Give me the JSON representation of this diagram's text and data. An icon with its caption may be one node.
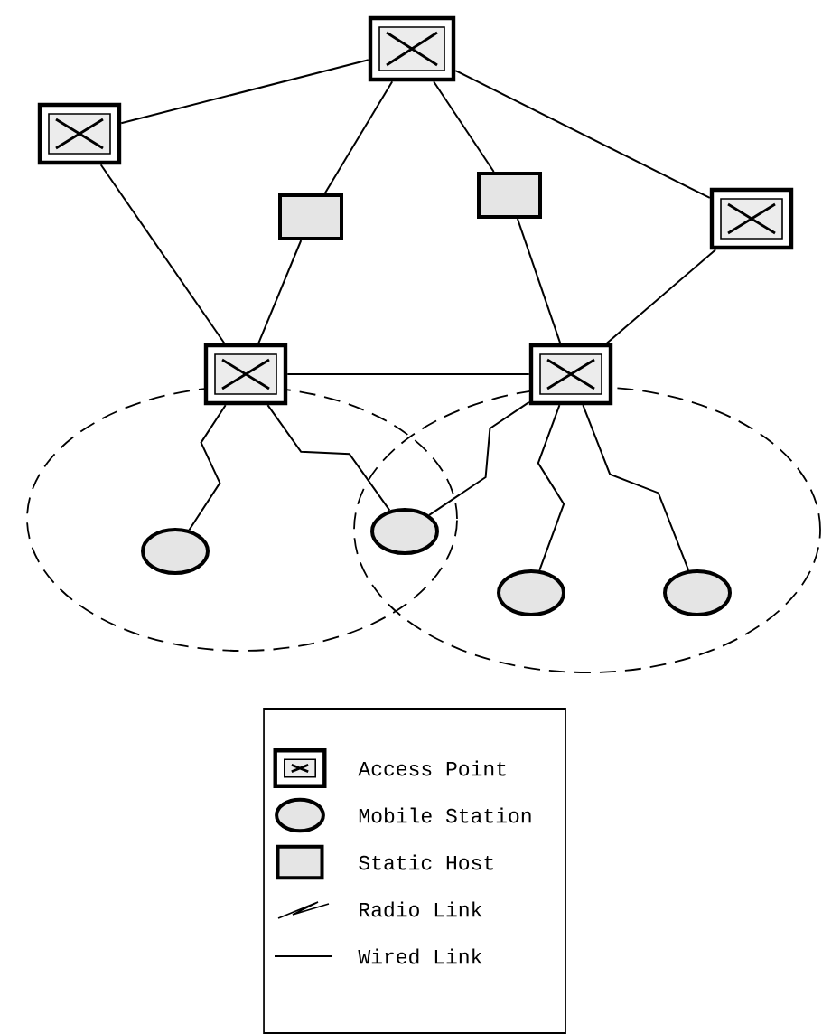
{
  "diagram": {
    "nodes": [
      {
        "text": [],
        "shape": "picture"
      },
      {
        "text": [],
        "shape": "picture"
      },
      {
        "text": [],
        "shape": "box"
      },
      {
        "text": [],
        "shape": "box"
      },
      {
        "text": [],
        "shape": "picture"
      },
      {
        "text": [],
        "shape": "picture"
      },
      {
        "text": [],
        "shape": "picture"
      },
      {
        "text": [],
        "shape": "ellipse"
      },
      {
        "text": [],
        "shape": "ellipse"
      },
      {
        "text": [],
        "shape": "ellipse"
      },
      {
        "text": [],
        "shape": "ellipse"
      }
    ],
    "edges": [
      {
        "from": 0,
        "to": 1,
        "arrow": "none"
      },
      {
        "from": 0,
        "to": 2,
        "arrow": "none"
      },
      {
        "from": 0,
        "to": 3,
        "arrow": "none"
      },
      {
        "from": 0,
        "to": 4,
        "arrow": "none"
      },
      {
        "from": 1,
        "to": 5,
        "arrow": "none"
      },
      {
        "from": 2,
        "to": 5,
        "arrow": "none"
      },
      {
        "from": 3,
        "to": 6,
        "arrow": "none"
      },
      {
        "from": 4,
        "to": 6,
        "arrow": "none"
      },
      {
        "from": 5,
        "to": 6,
        "arrow": "none"
      },
      {
        "from": 5,
        "to": 7,
        "arrow": "none"
      },
      {
        "from": 5,
        "to": 8,
        "arrow": "none"
      },
      {
        "from": 6,
        "to": 8,
        "arrow": "none"
      },
      {
        "from": 6,
        "to": 9,
        "arrow": "none"
      },
      {
        "from": 6,
        "to": 10,
        "arrow": "none"
      }
    ],
    "legend": [
      {
        "text": "Access Point"
      },
      {
        "text": "Mobile Station"
      },
      {
        "text": "Static Host"
      },
      {
        "text": "Radio Link"
      },
      {
        "text": "Wired Link"
      }
    ]
  }
}
